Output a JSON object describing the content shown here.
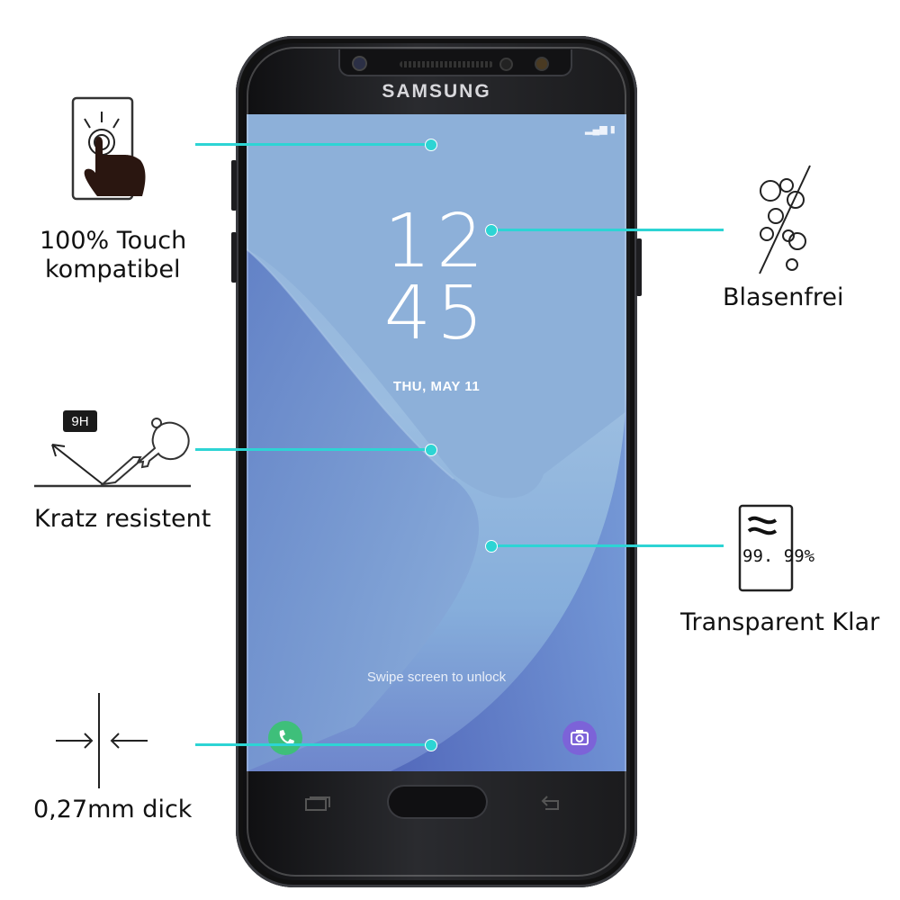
{
  "phone": {
    "brand": "SAMSUNG",
    "clock_hours": "12",
    "clock_minutes": "45",
    "date": "THU, MAY 11",
    "unlock_hint": "Swipe screen to unlock"
  },
  "features": {
    "touch_label_line1": "100% Touch",
    "touch_label_line2": "kompatibel",
    "hardness_badge": "9H",
    "scratch_label": "Kratz resistent",
    "thickness_label": "0,27mm dick",
    "bubble_label": "Blasenfrei",
    "clarity_value": "99. 99%",
    "clarity_label": "Transparent Klar"
  },
  "colors": {
    "callout_line": "#2dd4d4",
    "screen_blue": "#8fb0d9",
    "phone_body": "#1a1a1c"
  },
  "icons": [
    "touch-hand-icon",
    "key-scratch-icon",
    "thickness-arrows-icon",
    "bubbles-icon",
    "clarity-icon",
    "phone-app-icon",
    "camera-app-icon",
    "recent-apps-icon",
    "back-icon",
    "home-button"
  ]
}
